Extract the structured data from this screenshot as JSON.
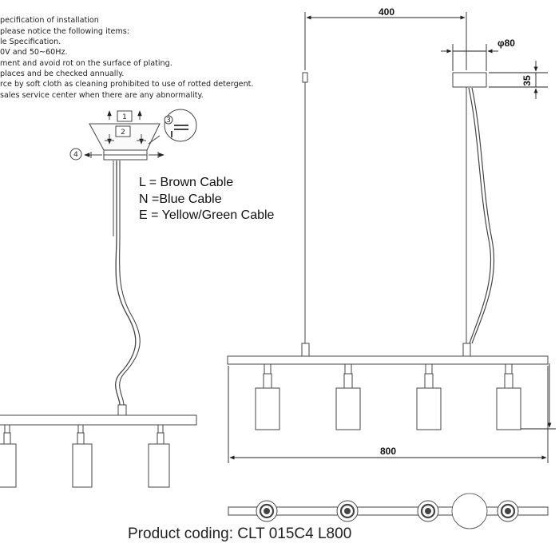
{
  "notes": [
    "pecification of installation",
    "please notice the following items:",
    "le Specification.",
    "0V and 50~60Hz.",
    "ment and avoid rot on the surface of plating.",
    "places and be checked annually.",
    "rce by soft cloth as cleaning prohibited to use of rotted detergent.",
    "sales service center when there are any abnormality."
  ],
  "legend": [
    "L = Brown Cable",
    "N =Blue Cable",
    "E = Yellow/Green Cable"
  ],
  "steps": [
    "1",
    "2",
    "3",
    "4"
  ],
  "dimensions": {
    "cable_spacing": "400",
    "canopy_diameter": "φ80",
    "canopy_height": "35",
    "bar_length": "800"
  },
  "product_coding": "Product coding: CLT 015C4 L800"
}
